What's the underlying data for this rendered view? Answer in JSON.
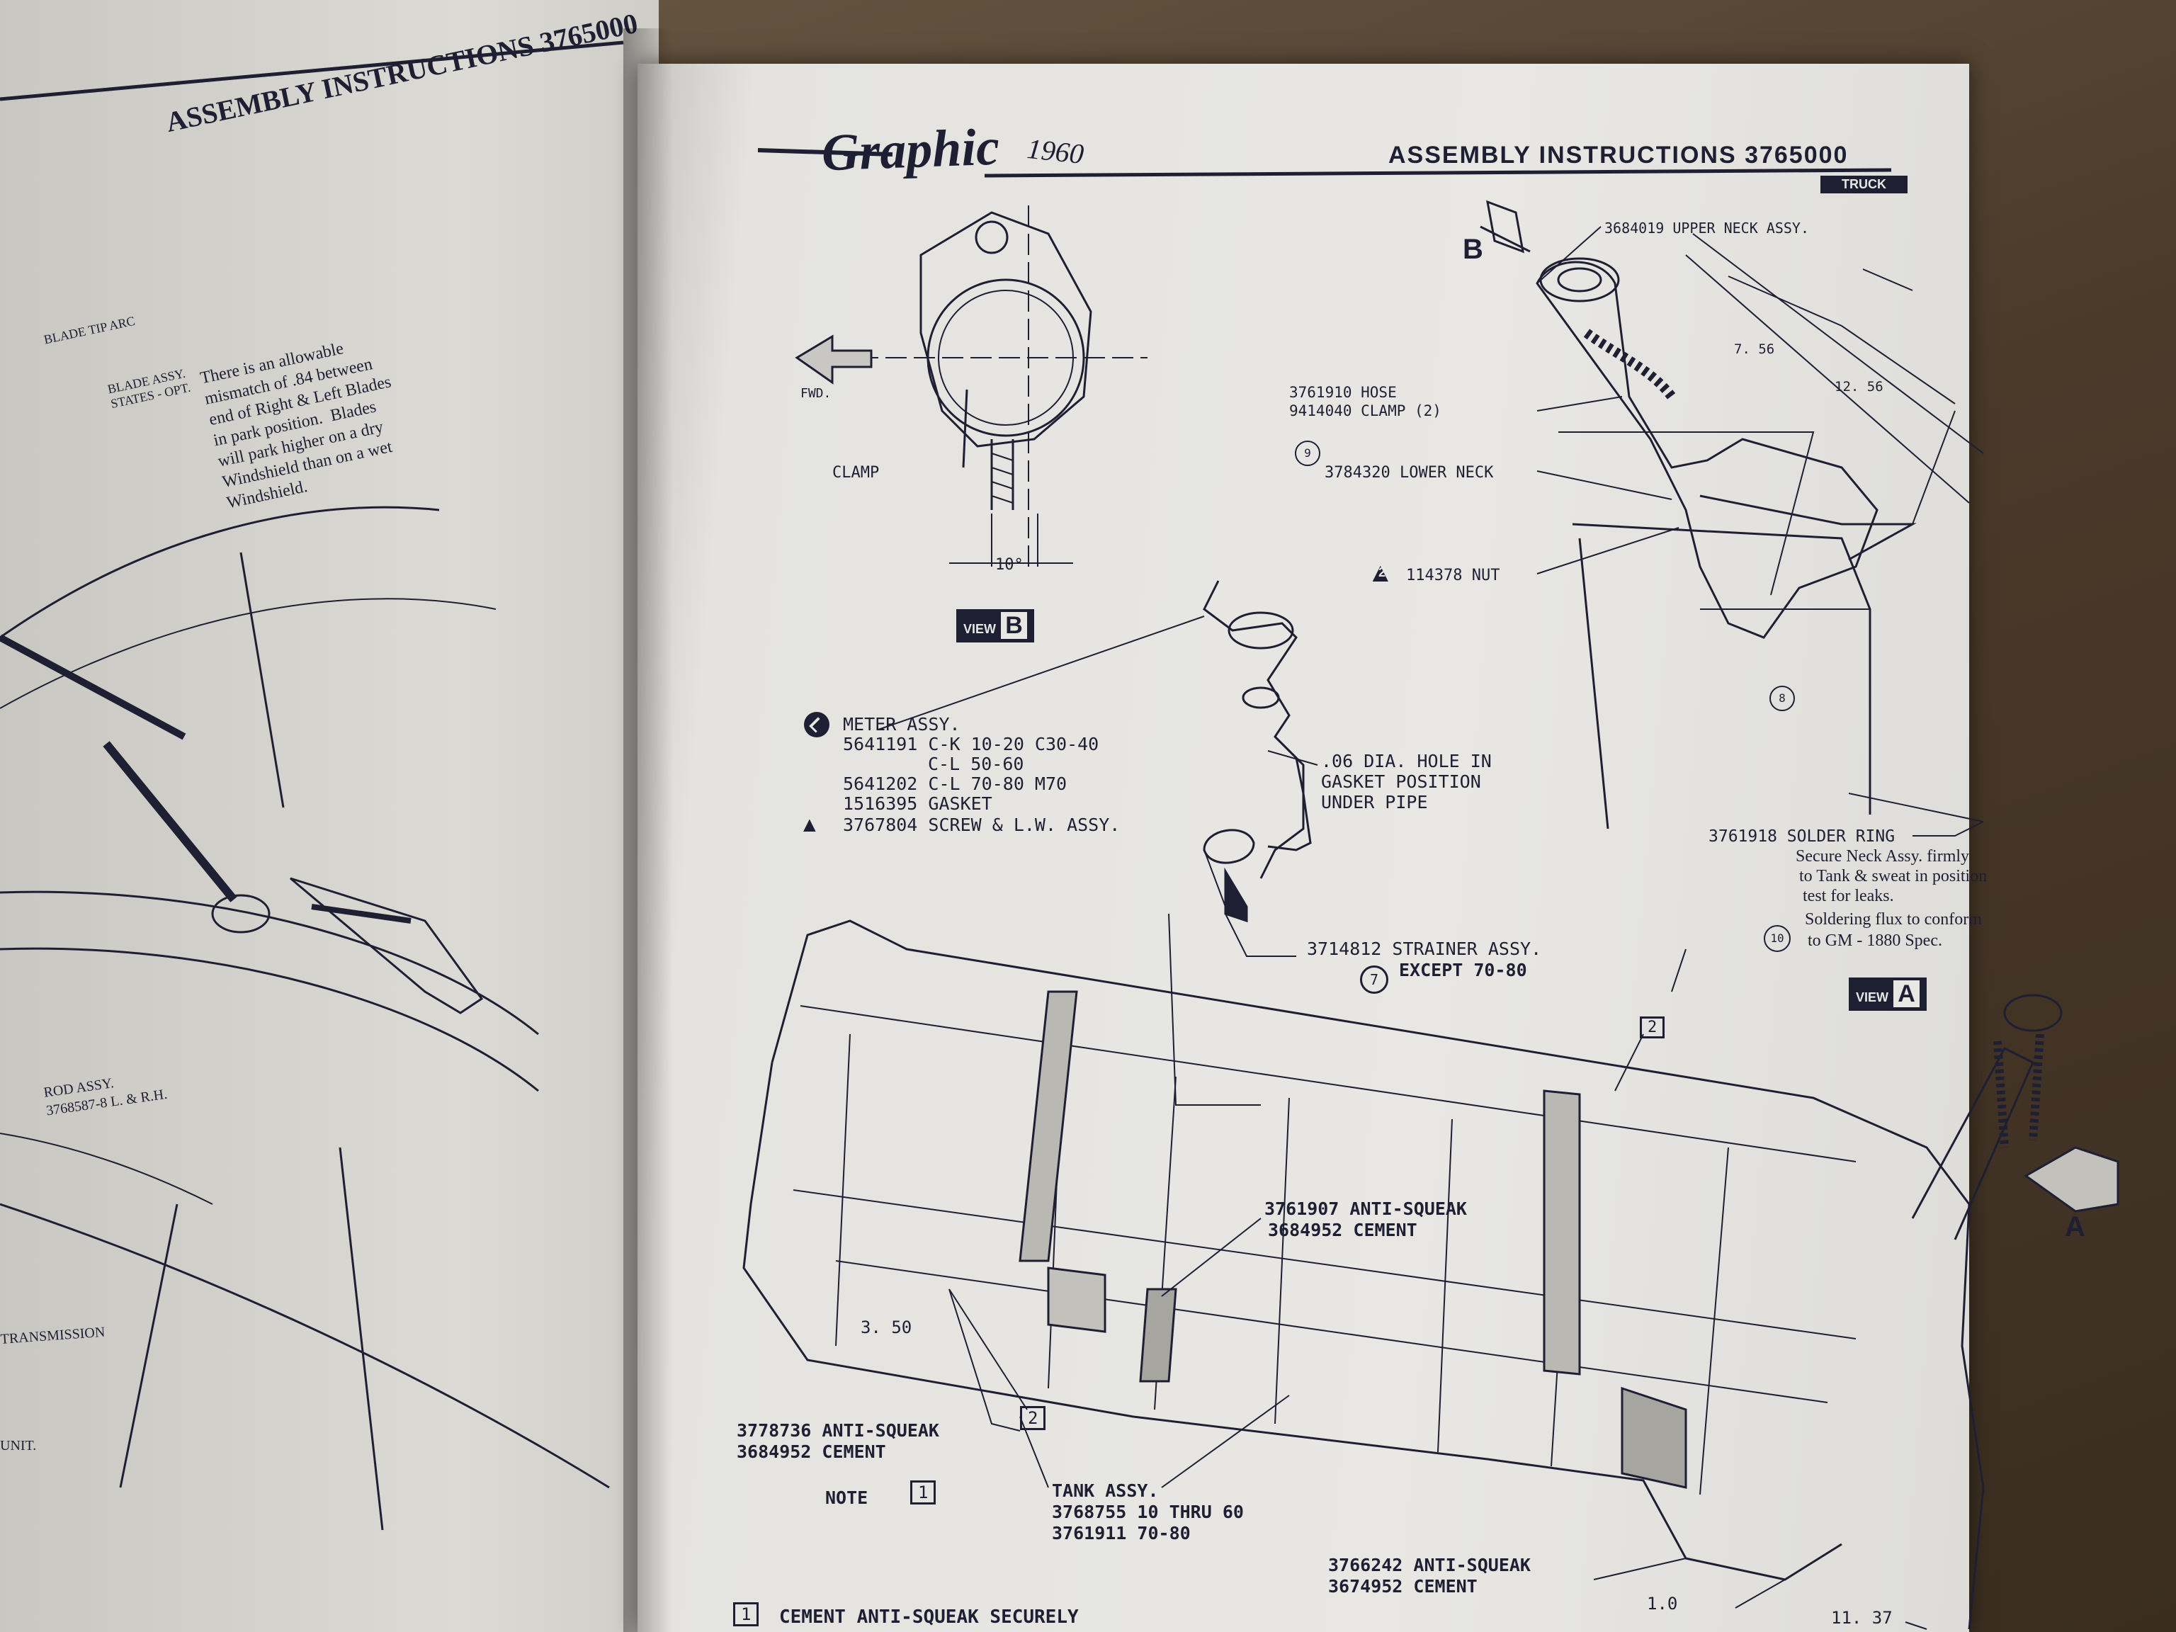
{
  "left_page": {
    "header": "ASSEMBLY INSTRUCTIONS 3765000",
    "label_blade_tip": "BLADE TIP ARC",
    "label_blade_assy": "BLADE ASSY.\nSTATES - OPT.",
    "note": "There is an allowable\nmismatch of .84 between\nend of Right & Left Blades\nin park position.  Blades\nwill park higher on a dry\nWindshield than on a wet\nWindshield.",
    "rod_assy": "ROD ASSY.\n3768587-8 L. & R.H.",
    "transmission": "TRANSMISSION",
    "unit": "UNIT."
  },
  "right_page": {
    "logo": "Graphic",
    "handwritten_year": "1960",
    "header": "ASSEMBLY INSTRUCTIONS 3765000",
    "header_badge": "TRUCK",
    "view_b": {
      "fwd": "FWD.",
      "clamp": "CLAMP",
      "angle": "10°",
      "view_word": "VIEW",
      "view_letter": "B"
    },
    "meter": {
      "title": "METER ASSY.",
      "lines": [
        "5641191 C-K 10-20 C30-40",
        "C-L 50-60",
        "5641202 C-L 70-80 M70",
        "1516395 GASKET",
        "3767804 SCREW & L.W. ASSY."
      ],
      "marker_l": "L"
    },
    "hole_note": ".06 DIA. HOLE IN\nGASKET POSITION\nUNDER PIPE",
    "strainer": "3714812 STRAINER ASSY.",
    "strainer_except": "EXCEPT 70-80",
    "strainer_num": "7",
    "neck": {
      "upper": "3684019 UPPER NECK ASSY.",
      "hose": "3761910 HOSE",
      "clamp": "9414040 CLAMP (2)",
      "lower": "3784320 LOWER NECK",
      "nut": "114378 NUT",
      "dim_756": "7. 56",
      "dim_1256": "12. 56",
      "circle_9": "9",
      "circle_8": "8",
      "b_letter": "B"
    },
    "solder": {
      "title": "3761918 SOLDER RING",
      "line1": "Secure Neck Assy. firmly",
      "line2": "to Tank & sweat in position",
      "line3": "test for leaks.",
      "line4": "Soldering flux to conform",
      "line5": "to GM - 1880 Spec.",
      "circle_10": "10"
    },
    "view_a": {
      "view_word": "VIEW",
      "view_letter": "A",
      "arrow_letter": "A"
    },
    "tank_callouts": {
      "box2_top": "2",
      "anti_squeak_1": "3761907 ANTI-SQUEAK",
      "cement_1": "3684952 CEMENT",
      "dim_350": "3. 50",
      "anti_squeak_2": "3778736 ANTI-SQUEAK",
      "cement_2": "3684952 CEMENT",
      "box2_bottom": "2",
      "note_label": "NOTE",
      "note_box": "1",
      "tank_assy": "TANK ASSY.",
      "tank_1": "3768755 10 THRU 60",
      "tank_2": "3761911 70-80",
      "anti_squeak_3": "3766242 ANTI-SQUEAK",
      "cement_3": "3674952 CEMENT",
      "dim_10": "1.0",
      "dim_1137": "11. 37"
    },
    "footer_note_box": "1",
    "footer_note": "CEMENT ANTI-SQUEAK SECURELY",
    "triangle_2": "2"
  },
  "colors": {
    "ink": "#1e1f33",
    "paper": "#e6e5e1",
    "wood": "#4a3a2a"
  }
}
